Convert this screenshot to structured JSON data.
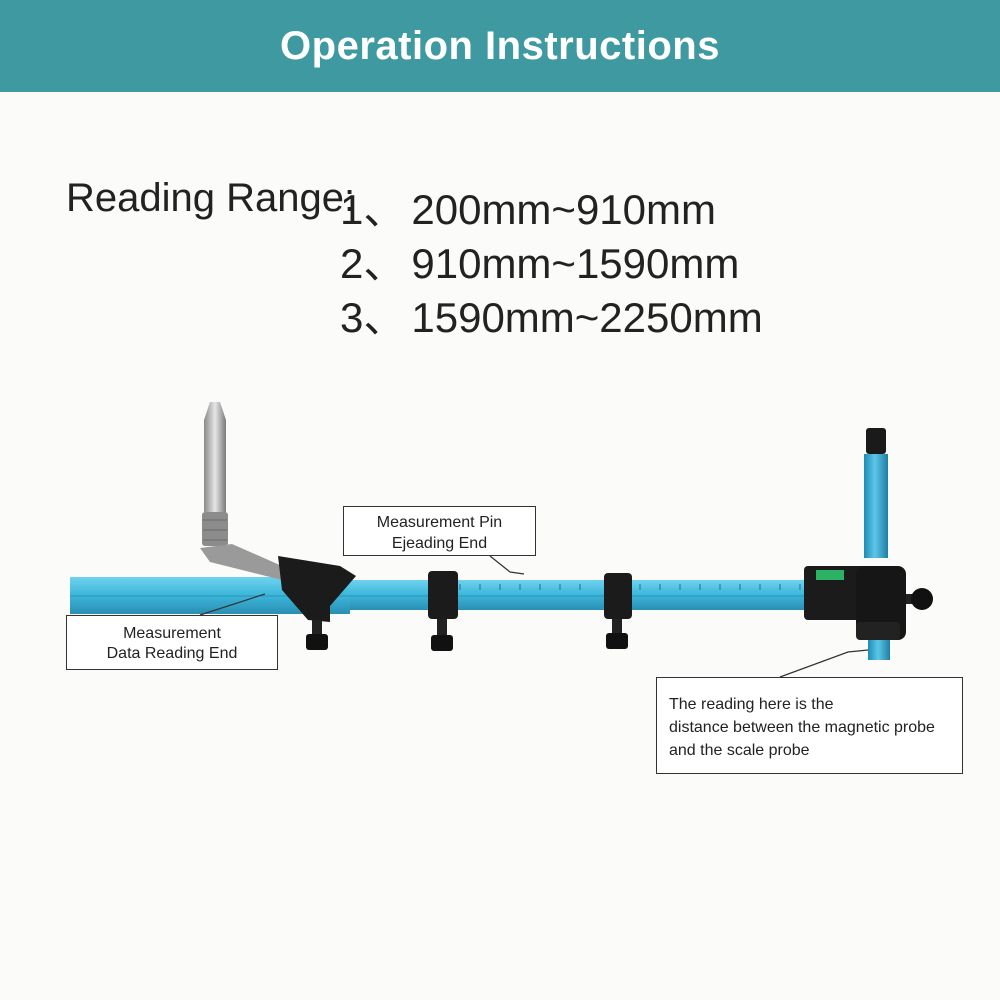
{
  "banner": {
    "title": "Operation Instructions"
  },
  "reading_range": {
    "label": "Reading Range:",
    "separator": "、",
    "items": [
      {
        "index": "1",
        "range": "200mm~910mm"
      },
      {
        "index": "2",
        "range": "910mm~1590mm"
      },
      {
        "index": "3",
        "range": "1590mm~2250mm"
      }
    ]
  },
  "callouts": {
    "pin_end": {
      "line1": "Measurement Pin",
      "line2": "Ejeading End"
    },
    "data_end": {
      "line1": "Measurement",
      "line2": "Data Reading End"
    },
    "probe_note": {
      "line1": "The reading here is the",
      "line2": "distance between the magnetic probe",
      "line3": "and the scale probe"
    }
  },
  "colors": {
    "banner": "#3e9aa0",
    "bar": "#3cb6da",
    "bar_dark": "#2a8fb3",
    "pole": "#2aa0c9",
    "clamp": "#1b1b1b"
  }
}
